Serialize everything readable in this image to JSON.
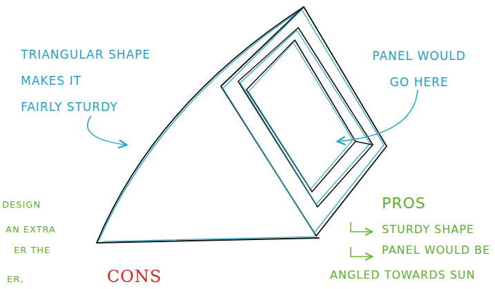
{
  "diagram": {
    "labels": [
      "TRIANGULAR SHAPE MAKES IT FAIRLY STURDY",
      "PANEL WOULD GO HERE",
      "DESIGN",
      "AN EXTRA",
      "ER THE",
      "ER,",
      "CONS",
      "PROS",
      "STURDY SHAPE",
      "PANEL WOULD BE ANGLED TOWARDS SUN"
    ]
  }
}
